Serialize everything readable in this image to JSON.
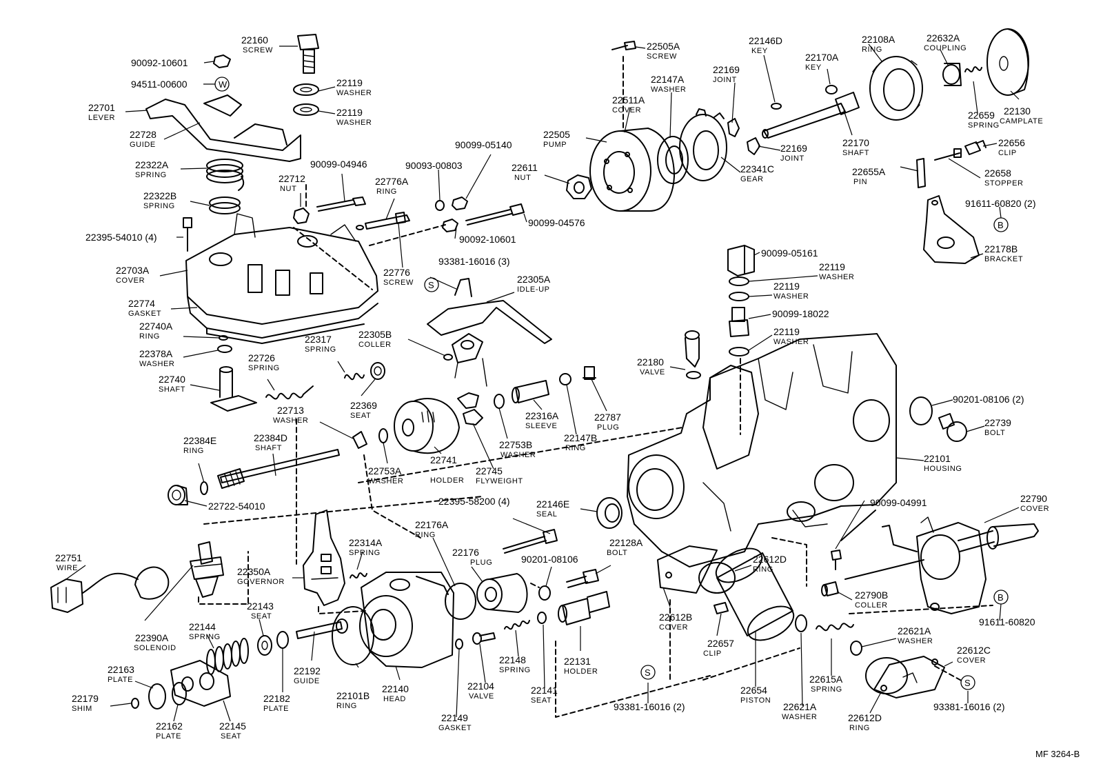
{
  "diagram_code": "MF 3264-B",
  "callouts": [
    {
      "id": "c0",
      "number": "22160",
      "name": "SCREW"
    },
    {
      "id": "c1",
      "number": "90092-10601",
      "name": ""
    },
    {
      "id": "c2",
      "number": "94511-00600",
      "name": ""
    },
    {
      "id": "c3",
      "number": "22119",
      "name": "WASHER"
    },
    {
      "id": "c4",
      "number": "22119",
      "name": "WASHER"
    },
    {
      "id": "c5",
      "number": "22701",
      "name": "LEVER"
    },
    {
      "id": "c6",
      "number": "22728",
      "name": "GUIDE"
    },
    {
      "id": "c7",
      "number": "22322A",
      "name": "SPRING"
    },
    {
      "id": "c8",
      "number": "22322B",
      "name": "SPRING"
    },
    {
      "id": "c9",
      "number": "22395-54010 (4)",
      "name": ""
    },
    {
      "id": "c10",
      "number": "22703A",
      "name": "COVER"
    },
    {
      "id": "c11",
      "number": "22774",
      "name": "GASKET"
    },
    {
      "id": "c12",
      "number": "22740A",
      "name": "RING"
    },
    {
      "id": "c13",
      "number": "22378A",
      "name": "WASHER"
    },
    {
      "id": "c14",
      "number": "22740",
      "name": "SHAFT"
    },
    {
      "id": "c15",
      "number": "22726",
      "name": "SPRING"
    },
    {
      "id": "c16",
      "number": "22712",
      "name": "NUT"
    },
    {
      "id": "c17",
      "number": "90099-04946",
      "name": ""
    },
    {
      "id": "c18",
      "number": "22776A",
      "name": "RING"
    },
    {
      "id": "c19",
      "number": "90093-00803",
      "name": ""
    },
    {
      "id": "c20",
      "number": "90099-05140",
      "name": ""
    },
    {
      "id": "c21",
      "number": "90099-04576",
      "name": ""
    },
    {
      "id": "c22",
      "number": "90092-10601",
      "name": ""
    },
    {
      "id": "c23",
      "number": "22776",
      "name": "SCREW"
    },
    {
      "id": "c24",
      "number": "93381-16016 (3)",
      "name": ""
    },
    {
      "id": "c25",
      "number": "22305A",
      "name": "IDLE-UP"
    },
    {
      "id": "c26",
      "number": "22305B",
      "name": "COLLER"
    },
    {
      "id": "c27",
      "number": "22317",
      "name": "SPRING"
    },
    {
      "id": "c28",
      "number": "22369",
      "name": "SEAT"
    },
    {
      "id": "c29",
      "number": "22713",
      "name": "WASHER"
    },
    {
      "id": "c30",
      "number": "22384E",
      "name": "RING"
    },
    {
      "id": "c31",
      "number": "22384D",
      "name": "SHAFT"
    },
    {
      "id": "c32",
      "number": "22722-54010",
      "name": ""
    },
    {
      "id": "c33",
      "number": "22753A",
      "name": "WASHER"
    },
    {
      "id": "c34",
      "number": "22741",
      "name": "HOLDER"
    },
    {
      "id": "c35",
      "number": "22745",
      "name": "FLYWEIGHT"
    },
    {
      "id": "c36",
      "number": "22753B",
      "name": "WASHER"
    },
    {
      "id": "c37",
      "number": "22316A",
      "name": "SLEEVE"
    },
    {
      "id": "c38",
      "number": "22147B",
      "name": "RING"
    },
    {
      "id": "c39",
      "number": "22787",
      "name": "PLUG"
    },
    {
      "id": "c40",
      "number": "22505A",
      "name": "SCREW"
    },
    {
      "id": "c41",
      "number": "22511A",
      "name": "COVER"
    },
    {
      "id": "c42",
      "number": "22147A",
      "name": "WASHER"
    },
    {
      "id": "c43",
      "number": "22505",
      "name": "PUMP"
    },
    {
      "id": "c44",
      "number": "22611",
      "name": "NUT"
    },
    {
      "id": "c45",
      "number": "22169",
      "name": "JOINT"
    },
    {
      "id": "c46",
      "number": "22146D",
      "name": "KEY"
    },
    {
      "id": "c47",
      "number": "22170A",
      "name": "KEY"
    },
    {
      "id": "c48",
      "number": "22169",
      "name": "JOINT"
    },
    {
      "id": "c49",
      "number": "22341C",
      "name": "GEAR"
    },
    {
      "id": "c50",
      "number": "22108A",
      "name": "RING"
    },
    {
      "id": "c51",
      "number": "22632A",
      "name": "COUPLING"
    },
    {
      "id": "c52",
      "number": "22170",
      "name": "SHAFT"
    },
    {
      "id": "c53",
      "number": "22659",
      "name": "SPRING"
    },
    {
      "id": "c54",
      "number": "22130",
      "name": "CAMPLATE"
    },
    {
      "id": "c55",
      "number": "22656",
      "name": "CLIP"
    },
    {
      "id": "c56",
      "number": "22655A",
      "name": "PIN"
    },
    {
      "id": "c57",
      "number": "22658",
      "name": "STOPPER"
    },
    {
      "id": "c58",
      "number": "91611-60820 (2)",
      "name": ""
    },
    {
      "id": "c59",
      "number": "22178B",
      "name": "BRACKET"
    },
    {
      "id": "c60",
      "number": "90099-05161",
      "name": ""
    },
    {
      "id": "c61",
      "number": "22119",
      "name": "WASHER"
    },
    {
      "id": "c62",
      "number": "22119",
      "name": "WASHER"
    },
    {
      "id": "c63",
      "number": "90099-18022",
      "name": ""
    },
    {
      "id": "c64",
      "number": "22119",
      "name": "WASHER"
    },
    {
      "id": "c65",
      "number": "22180",
      "name": "VALVE"
    },
    {
      "id": "c66",
      "number": "90201-08106 (2)",
      "name": ""
    },
    {
      "id": "c67",
      "number": "22739",
      "name": "BOLT"
    },
    {
      "id": "c68",
      "number": "22101",
      "name": "HOUSING"
    },
    {
      "id": "c69",
      "number": "22395-58200 (4)",
      "name": ""
    },
    {
      "id": "c70",
      "number": "22146E",
      "name": "SEAL"
    },
    {
      "id": "c71",
      "number": "22176A",
      "name": "RING"
    },
    {
      "id": "c72",
      "number": "22176",
      "name": "PLUG"
    },
    {
      "id": "c73",
      "number": "90201-08106",
      "name": ""
    },
    {
      "id": "c74",
      "number": "22128A",
      "name": "BOLT"
    },
    {
      "id": "c75",
      "number": "22612D",
      "name": "RING"
    },
    {
      "id": "c76",
      "number": "90099-04991",
      "name": ""
    },
    {
      "id": "c77",
      "number": "22790",
      "name": "COVER"
    },
    {
      "id": "c78",
      "number": "22790B",
      "name": "COLLER"
    },
    {
      "id": "c79",
      "number": "91611-60820",
      "name": ""
    },
    {
      "id": "c80",
      "number": "22751",
      "name": "WIRE"
    },
    {
      "id": "c81",
      "number": "22350A",
      "name": "GOVERNOR"
    },
    {
      "id": "c82",
      "number": "22314A",
      "name": "SPRING"
    },
    {
      "id": "c83",
      "number": "22390A",
      "name": "SOLENOID"
    },
    {
      "id": "c84",
      "number": "22143",
      "name": "SEAT"
    },
    {
      "id": "c85",
      "number": "22144",
      "name": "SPRING"
    },
    {
      "id": "c86",
      "number": "22192",
      "name": "GUIDE"
    },
    {
      "id": "c87",
      "number": "22182",
      "name": "PLATE"
    },
    {
      "id": "c88",
      "number": "22101B",
      "name": "RING"
    },
    {
      "id": "c89",
      "number": "22140",
      "name": "HEAD"
    },
    {
      "id": "c90",
      "number": "22149",
      "name": "GASKET"
    },
    {
      "id": "c91",
      "number": "22104",
      "name": "VALVE"
    },
    {
      "id": "c92",
      "number": "22148",
      "name": "SPRING"
    },
    {
      "id": "c93",
      "number": "22141",
      "name": "SEAT"
    },
    {
      "id": "c94",
      "number": "22131",
      "name": "HOLDER"
    },
    {
      "id": "c95",
      "number": "22163",
      "name": "PLATE"
    },
    {
      "id": "c96",
      "number": "22179",
      "name": "SHIM"
    },
    {
      "id": "c97",
      "number": "22162",
      "name": "PLATE"
    },
    {
      "id": "c98",
      "number": "22145",
      "name": "SEAT"
    },
    {
      "id": "c99",
      "number": "22612B",
      "name": "COVER"
    },
    {
      "id": "c100",
      "number": "22657",
      "name": "CLIP"
    },
    {
      "id": "c101",
      "number": "93381-16016 (2)",
      "name": ""
    },
    {
      "id": "c102",
      "number": "22654",
      "name": "PISTON"
    },
    {
      "id": "c103",
      "number": "22621A",
      "name": "WASHER"
    },
    {
      "id": "c104",
      "number": "22615A",
      "name": "SPRING"
    },
    {
      "id": "c105",
      "number": "22621A",
      "name": "WASHER"
    },
    {
      "id": "c106",
      "number": "22612C",
      "name": "COVER"
    },
    {
      "id": "c107",
      "number": "22612D",
      "name": "RING"
    },
    {
      "id": "c108",
      "number": "93381-16016 (2)",
      "name": ""
    }
  ],
  "symbols": [
    {
      "id": "s-w",
      "letter": "W"
    },
    {
      "id": "s-s1",
      "letter": "S"
    },
    {
      "id": "s-b1",
      "letter": "B"
    },
    {
      "id": "s-b2",
      "letter": "B"
    },
    {
      "id": "s-s2",
      "letter": "S"
    },
    {
      "id": "s-s3",
      "letter": "S"
    }
  ]
}
